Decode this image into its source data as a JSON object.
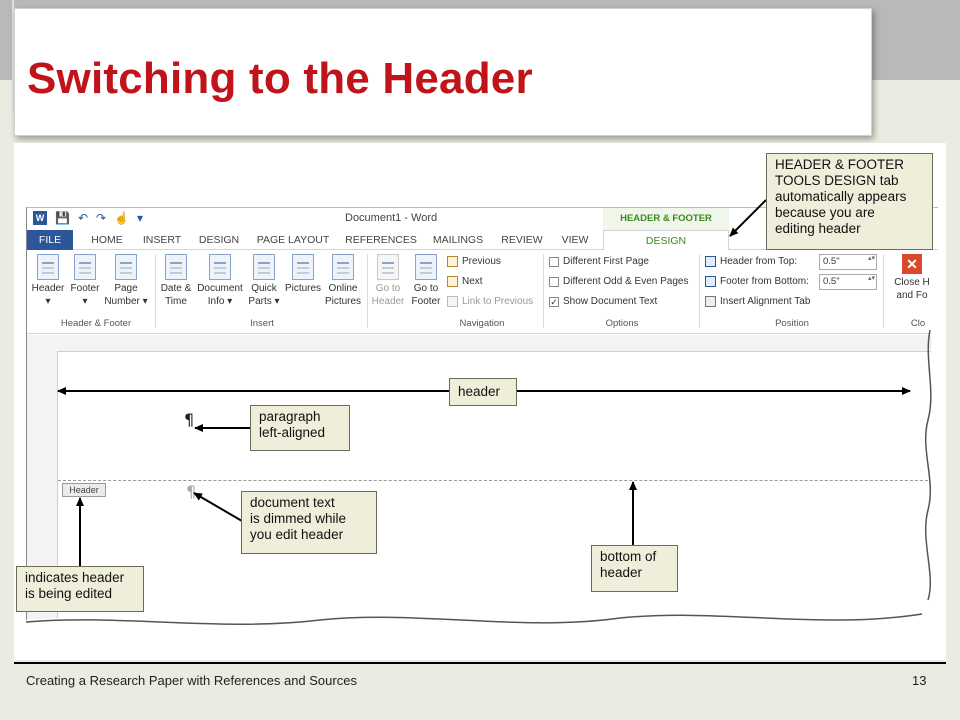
{
  "slide": {
    "title": "Switching to the Header",
    "footer_text": "Creating a Research Paper with References and Sources",
    "page_number": "13",
    "title_color": "#c0141a"
  },
  "word": {
    "window_title": "Document1 - Word",
    "context_tab_label": "HEADER & FOOTER TOOLS",
    "tabs": [
      "FILE",
      "HOME",
      "INSERT",
      "DESIGN",
      "PAGE LAYOUT",
      "REFERENCES",
      "MAILINGS",
      "REVIEW",
      "VIEW",
      "DESIGN"
    ],
    "groups": {
      "header_footer": {
        "label": "Header & Footer",
        "header": [
          "Header",
          "▾"
        ],
        "footer": [
          "Footer",
          "▾"
        ],
        "page_number": [
          "Page",
          "Number ▾"
        ]
      },
      "insert": {
        "label": "Insert",
        "date_time": [
          "Date &",
          "Time"
        ],
        "document_info": [
          "Document",
          "Info ▾"
        ],
        "quick_parts": [
          "Quick",
          "Parts ▾"
        ],
        "pictures": [
          "Pictures"
        ],
        "online_pictures": [
          "Online",
          "Pictures"
        ]
      },
      "navigation": {
        "label": "Navigation",
        "go_to_header": [
          "Go to",
          "Header"
        ],
        "go_to_footer": [
          "Go to",
          "Footer"
        ],
        "previous": "Previous",
        "next": "Next",
        "link_to_previous": "Link to Previous"
      },
      "options": {
        "label": "Options",
        "different_first_page": "Different First Page",
        "different_odd_even": "Different Odd & Even Pages",
        "show_document_text": "Show Document Text"
      },
      "position": {
        "label": "Position",
        "header_from_top": "Header from Top:",
        "header_from_top_value": "0.5\"",
        "footer_from_bottom": "Footer from Bottom:",
        "footer_from_bottom_value": "0.5\"",
        "insert_alignment_tab": "Insert Alignment Tab"
      },
      "close": {
        "label": "Clo",
        "close_header": [
          "Close H",
          "and Fo"
        ]
      }
    },
    "header_tag": "Header",
    "pilcrow": "¶",
    "accent_blue": "#2b579a",
    "accent_green": "#3a8a1e"
  },
  "callouts": {
    "design_tab": [
      "HEADER & FOOTER",
      "TOOLS DESIGN tab",
      "automatically appears",
      "because you are",
      "editing header"
    ],
    "header": [
      "header"
    ],
    "paragraph": [
      "paragraph",
      "left-aligned"
    ],
    "dimmed": [
      "document text",
      "is dimmed while",
      "you edit header"
    ],
    "bottom": [
      "bottom of",
      "header"
    ],
    "indicates": [
      "indicates header",
      "is being edited"
    ]
  }
}
